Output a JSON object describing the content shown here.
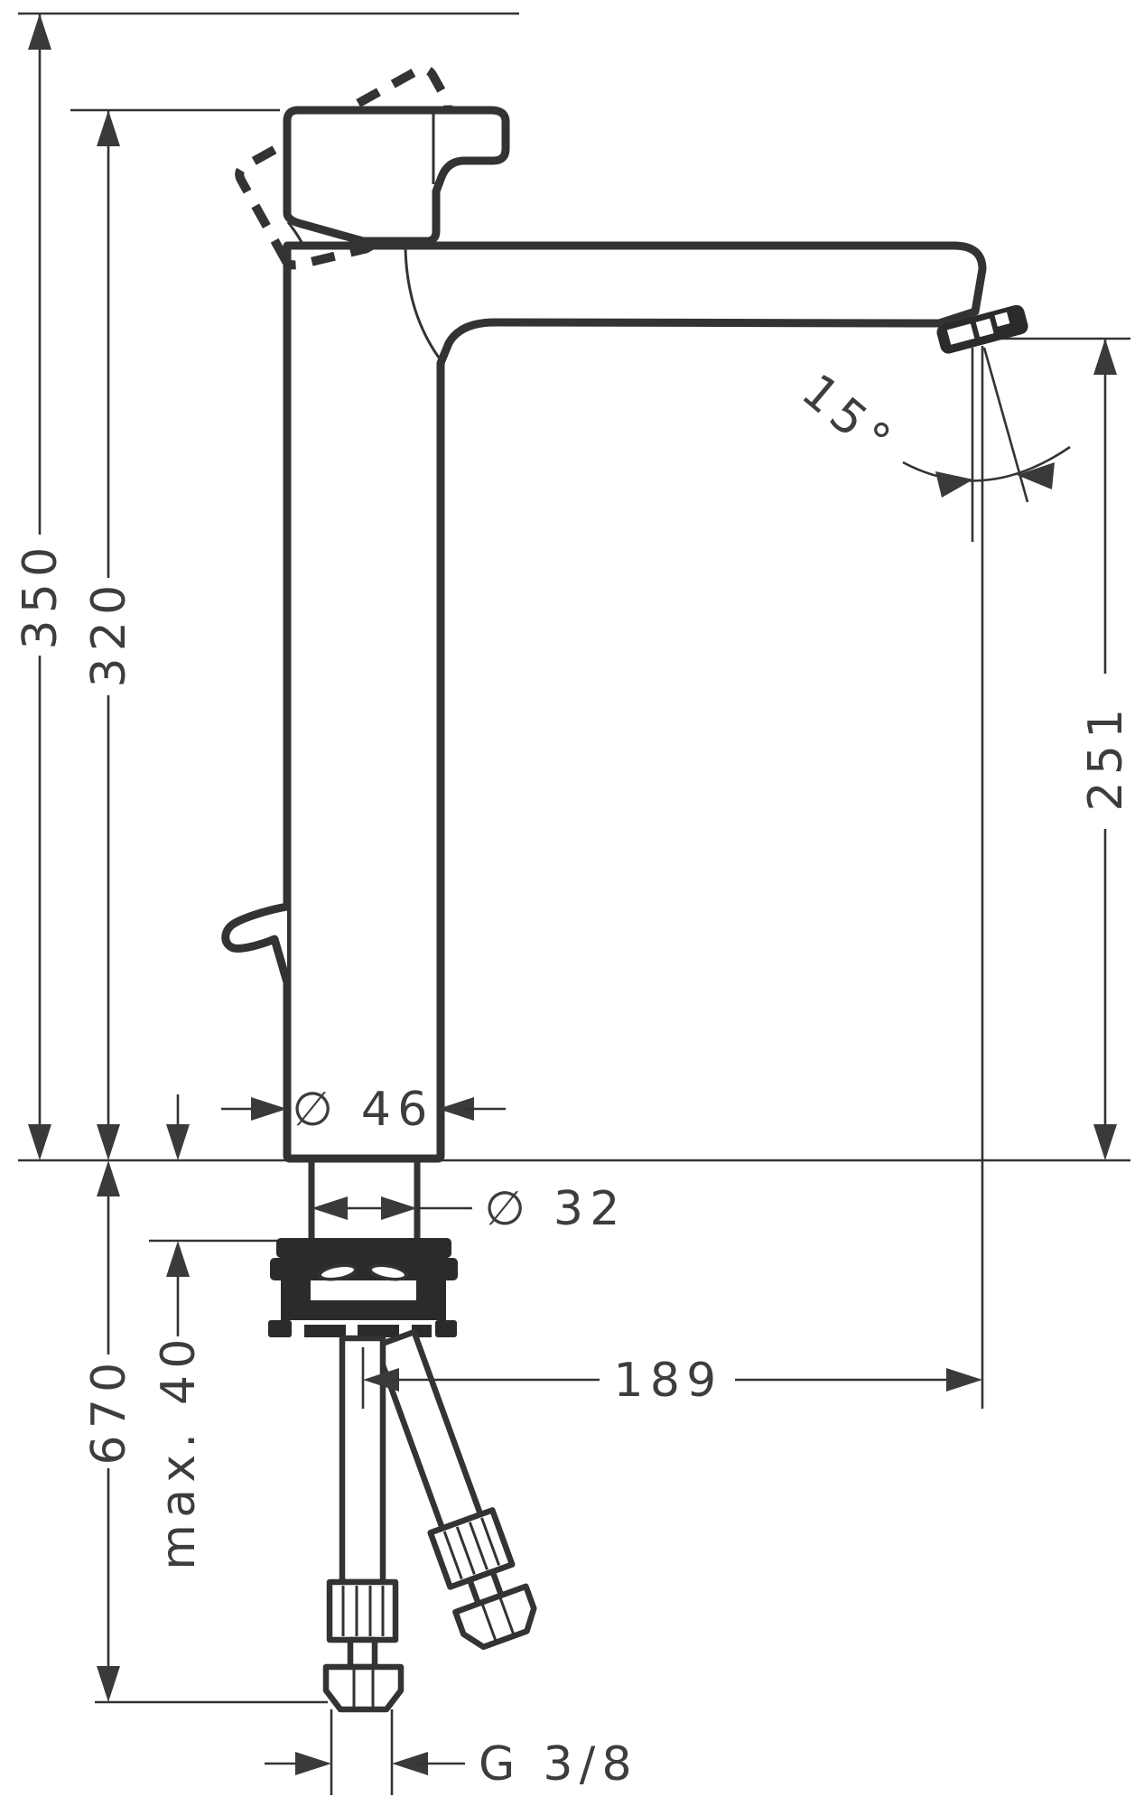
{
  "drawing": {
    "type": "technical-dimension-drawing",
    "subject": "single-lever tall basin mixer faucet, side elevation with installation dimensions",
    "units": "mm",
    "colors": {
      "line": "#333333",
      "text": "#3d3d3d",
      "background": "#ffffff",
      "solid_parts": "#2b2b2b"
    },
    "labels": {
      "total_height": "350",
      "handle_height": "320",
      "spout_height": "251",
      "spout_angle": "15°",
      "body_diameter": "∅ 46",
      "shank_diameter": "∅ 32",
      "spout_reach": "189",
      "hose_length": "670",
      "max_mounting_thickness": "max. 40",
      "connection_thread": "G 3/8"
    }
  }
}
